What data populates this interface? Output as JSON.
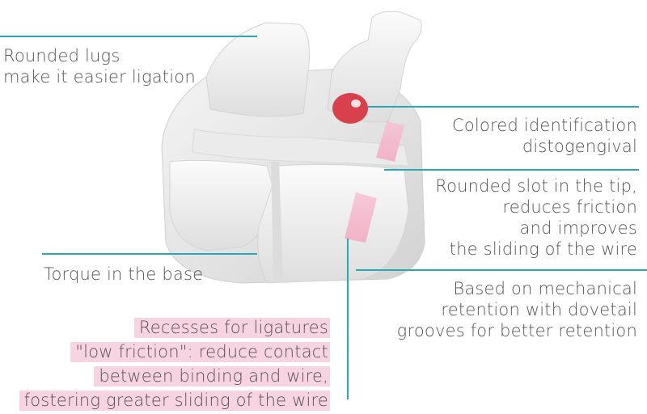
{
  "colors": {
    "leader_line": "#2aa7b2",
    "highlight": "#f8d3e2",
    "identification_dot": "#d8404d",
    "text": "#555555"
  },
  "labels": {
    "lugs": [
      "Rounded lugs",
      "make it easier ligation"
    ],
    "colored": [
      "Colored identification",
      "distogengival"
    ],
    "slot": [
      "Rounded slot in the tip,",
      "reduces friction",
      "and improves",
      "the sliding of the wire"
    ],
    "torque": [
      "Torque in the base"
    ],
    "base": [
      "Based on mechanical",
      "retention with dovetail",
      "grooves for better retention"
    ],
    "recesses": [
      "Recesses for ligatures",
      "\"low friction\": reduce contact",
      "between binding and wire,",
      "fostering greater sliding of the wire"
    ]
  }
}
